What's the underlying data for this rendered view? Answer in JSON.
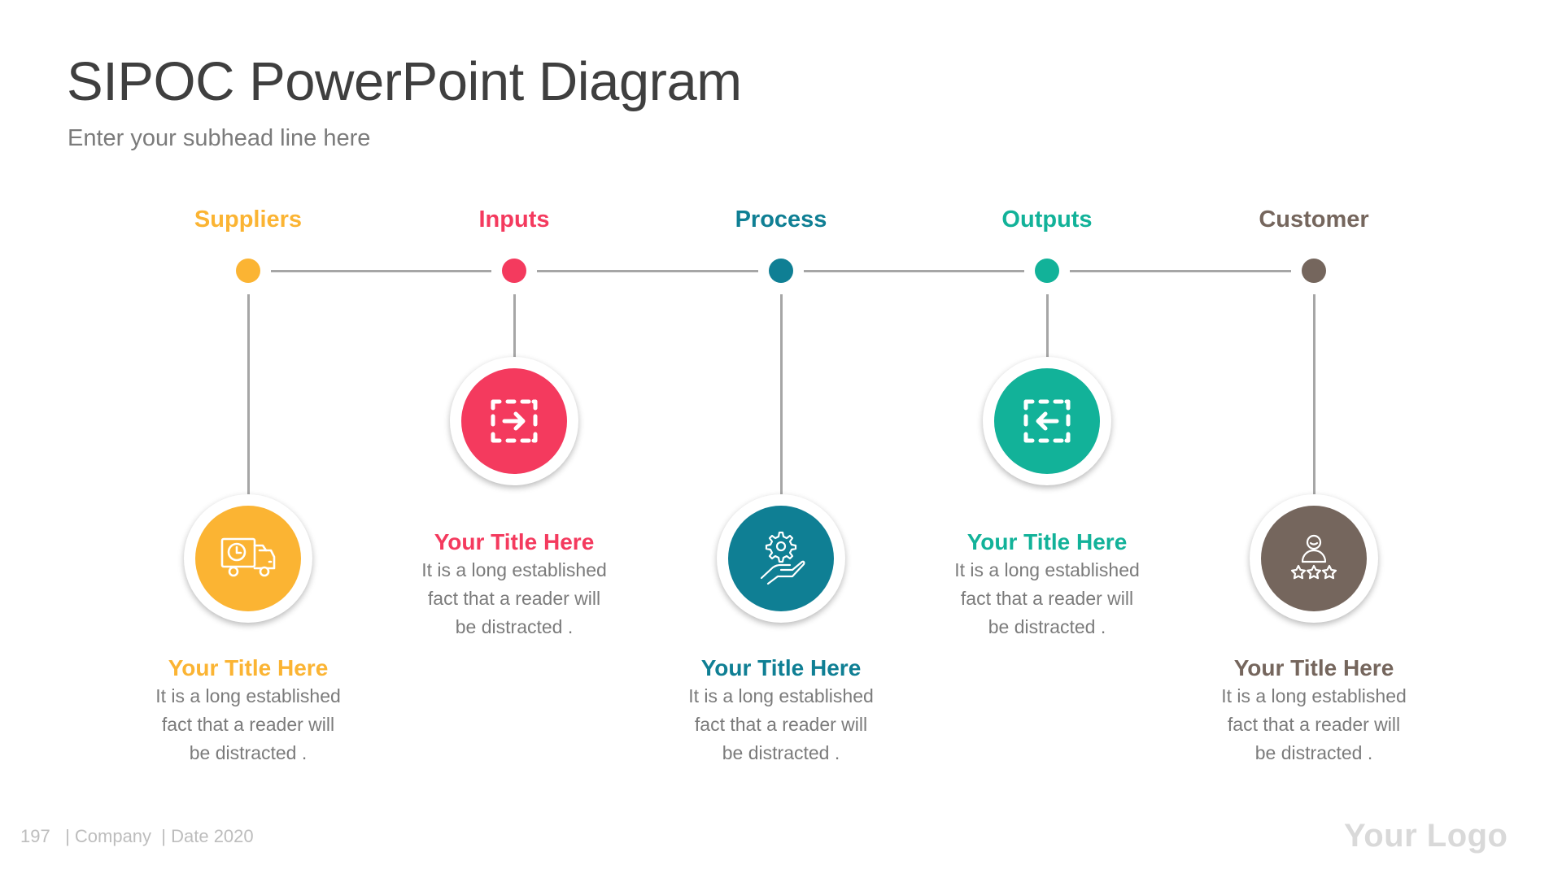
{
  "header": {
    "title": "SIPOC PowerPoint Diagram",
    "subhead": "Enter your subhead line here"
  },
  "stages": [
    {
      "label": "Suppliers",
      "color": "#FBB433",
      "icon": "delivery-truck-clock-icon",
      "position": "down",
      "title": "Your Title Here",
      "body": [
        "It is a long established",
        "fact that a reader will",
        "be distracted ."
      ]
    },
    {
      "label": "Inputs",
      "color": "#F43A5E",
      "icon": "import-arrow-into-box-icon",
      "position": "up",
      "title": "Your Title Here",
      "body": [
        "It is a long established",
        "fact that a reader will",
        "be distracted ."
      ]
    },
    {
      "label": "Process",
      "color": "#0F7F94",
      "icon": "hand-gear-icon",
      "position": "down",
      "title": "Your Title Here",
      "body": [
        "It is a long established",
        "fact that a reader will",
        "be distracted ."
      ]
    },
    {
      "label": "Outputs",
      "color": "#12B299",
      "icon": "export-arrow-out-of-box-icon",
      "position": "up",
      "title": "Your Title Here",
      "body": [
        "It is a long established",
        "fact that a reader will",
        "be distracted ."
      ]
    },
    {
      "label": "Customer",
      "color": "#75665D",
      "icon": "customer-rating-stars-icon",
      "position": "down",
      "title": "Your Title Here",
      "body": [
        "It is a long established",
        "fact that a reader will",
        "be distracted ."
      ]
    }
  ],
  "footer": {
    "page_number": "197",
    "company": "| Company",
    "date": "| Date 2020",
    "logo": "Your Logo"
  },
  "colors": {
    "connector": "#A6A6A6",
    "title_text": "#3F3F3F",
    "body_text": "#7B7B7B"
  }
}
